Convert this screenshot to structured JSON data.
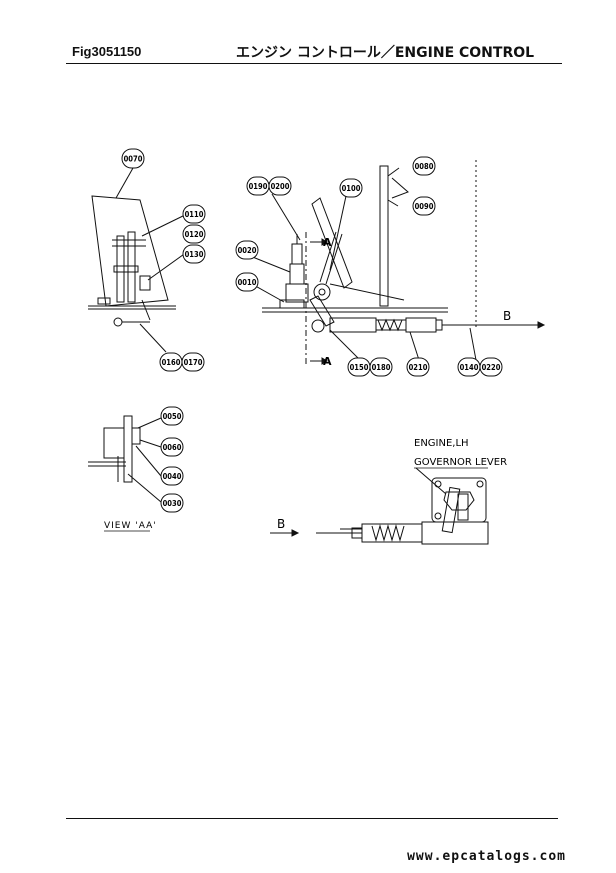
{
  "header": {
    "fig_code": "Fig3051150",
    "title": "エンジン コントロール／ENGINE CONTROL"
  },
  "callouts": {
    "c0070": "0070",
    "c0110": "0110",
    "c0120": "0120",
    "c0130": "0130",
    "c0160": "0160",
    "c0170": "0170",
    "c0190": "0190",
    "c0200": "0200",
    "c0100": "0100",
    "c0080": "0080",
    "c0090": "0090",
    "c0020": "0020",
    "c0010": "0010",
    "c0150": "0150",
    "c0180": "0180",
    "c0210": "0210",
    "c0140": "0140",
    "c0220": "0220",
    "c0050": "0050",
    "c0060": "0060",
    "c0040": "0040",
    "c0030": "0030"
  },
  "annotations": {
    "section_a": "A",
    "arrow_b": "B",
    "view_label": "VIEW 'AA'",
    "engine_lh": "ENGINE,LH",
    "governor_lever": "GOVERNOR LEVER"
  },
  "footer": {
    "website": "www.epcatalogs.com"
  }
}
